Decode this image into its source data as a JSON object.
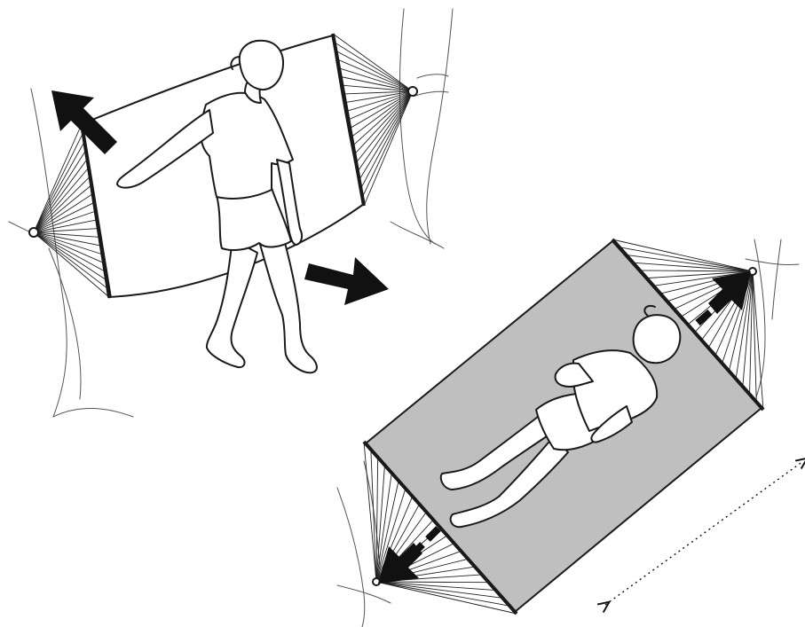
{
  "colors": {
    "ink": "#1a1a1a",
    "hammock_fabric": "#bfbfbf",
    "background": "#ffffff",
    "arrow": "#111111"
  },
  "scenes": [
    {
      "name": "person-stretching-hammock",
      "arrows": [
        "arrow-up-left",
        "arrow-down-right"
      ]
    },
    {
      "name": "person-lying-diagonally",
      "arrows": [
        "arrow-to-top-right-anchor",
        "arrow-to-bottom-left-anchor",
        "dotted-length-arrow"
      ]
    }
  ]
}
